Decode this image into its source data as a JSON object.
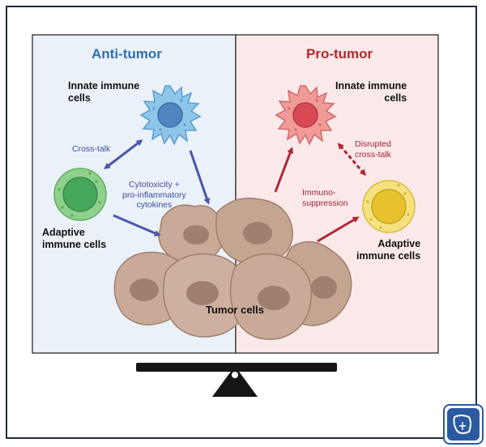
{
  "panels": {
    "left_title": "Anti-tumor",
    "right_title": "Pro-tumor"
  },
  "cells": {
    "innate_left": "Innate immune\ncells",
    "adaptive_left": "Adaptive\nimmune cells",
    "innate_right": "Innate immune\ncells",
    "adaptive_right": "Adaptive\nimmune cells",
    "tumor": "Tumor cells"
  },
  "annotations": {
    "cross_talk": "Cross-talk",
    "cytotoxicity": "Cytotoxicity +\npro-inflammatory\ncytokines",
    "disrupted": "Disrupted\ncross-talk",
    "immunosuppression": "Immuno-\nsuppression"
  },
  "colors": {
    "anti_bg": "#eaf1f9",
    "pro_bg": "#fbe9e9",
    "anti_title": "#2f6fb2",
    "pro_title": "#b22a2a",
    "anti_arrow": "#4a58a8",
    "pro_arrow": "#b0263a",
    "innate_anti": "#8ec6ea",
    "adaptive_anti": "#8fd18c",
    "innate_pro": "#f09a9a",
    "adaptive_pro": "#f2d66a",
    "tumor": "#c9aa98",
    "frame": "#1f2a44"
  },
  "icons": [
    "seesaw-icon",
    "journal-logo-icon"
  ]
}
